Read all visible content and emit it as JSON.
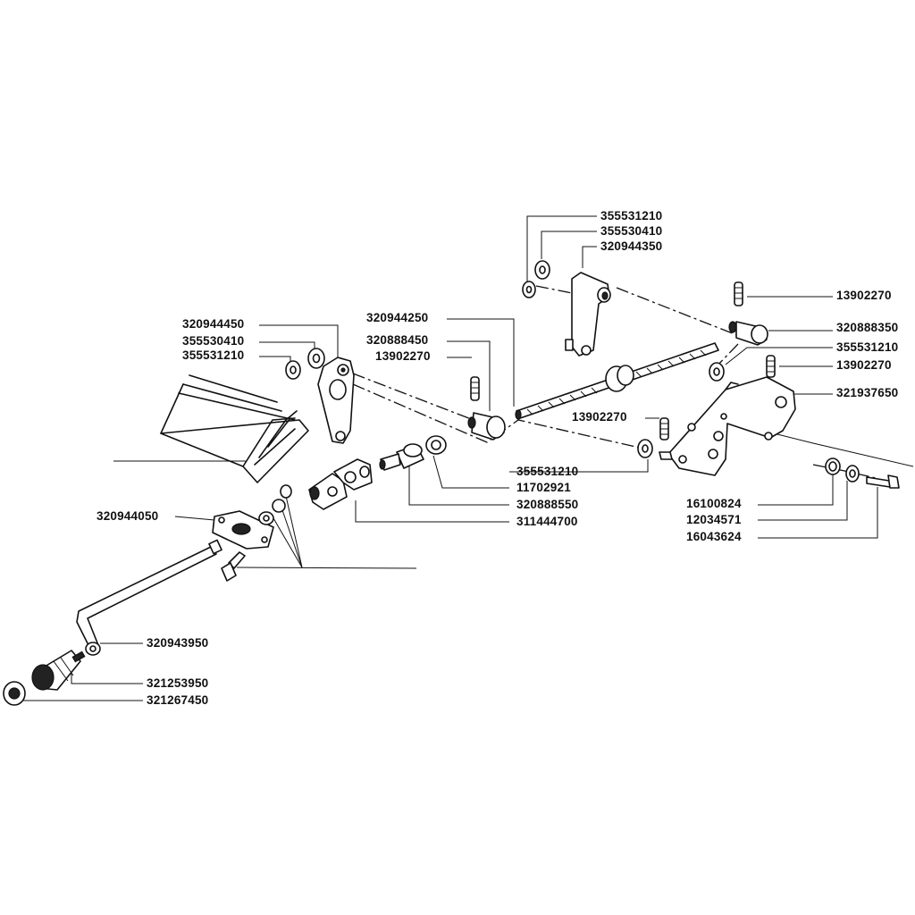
{
  "labels": {
    "p355531210_top": "355531210",
    "p355530410_top": "355530410",
    "p320944350": "320944350",
    "p13902270_a": "13902270",
    "p320888350": "320888350",
    "p355531210_right": "355531210",
    "p13902270_b": "13902270",
    "p321937650": "321937650",
    "p320944250": "320944250",
    "p320888450": "320888450",
    "p13902270_c": "13902270",
    "p13902270_d": "13902270",
    "p320944450": "320944450",
    "p355530410_left": "355530410",
    "p355531210_left": "355531210",
    "p355531210_mid": "355531210",
    "p11702921": "11702921",
    "p320888550": "320888550",
    "p311444700": "311444700",
    "p16100824": "16100824",
    "p12034571": "12034571",
    "p16043624": "16043624",
    "p320944050": "320944050",
    "p320943950": "320943950",
    "p321253950": "321253950",
    "p321267450": "321267450"
  },
  "colors": {
    "ink": "#111111",
    "paper": "#ffffff"
  }
}
